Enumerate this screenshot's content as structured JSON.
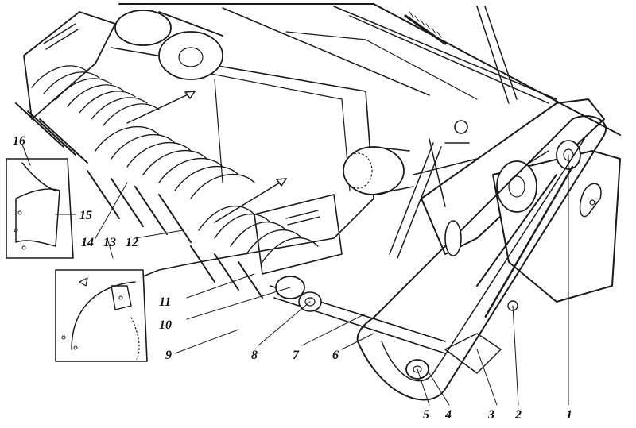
{
  "callouts": [
    {
      "id": "callout-1",
      "text": "1"
    },
    {
      "id": "callout-2",
      "text": "2"
    },
    {
      "id": "callout-3",
      "text": "3"
    },
    {
      "id": "callout-4",
      "text": "4"
    },
    {
      "id": "callout-5",
      "text": "5"
    },
    {
      "id": "callout-6",
      "text": "6"
    },
    {
      "id": "callout-7",
      "text": "7"
    },
    {
      "id": "callout-8",
      "text": "8"
    },
    {
      "id": "callout-9",
      "text": "9"
    },
    {
      "id": "callout-10",
      "text": "10"
    },
    {
      "id": "callout-11",
      "text": "11"
    },
    {
      "id": "callout-12",
      "text": "12"
    },
    {
      "id": "callout-13",
      "text": "13"
    },
    {
      "id": "callout-14",
      "text": "14"
    },
    {
      "id": "callout-15",
      "text": "15"
    },
    {
      "id": "callout-16",
      "text": "16"
    }
  ],
  "colors": {
    "ink": "#1a1a1a",
    "paper": "#ffffff"
  }
}
